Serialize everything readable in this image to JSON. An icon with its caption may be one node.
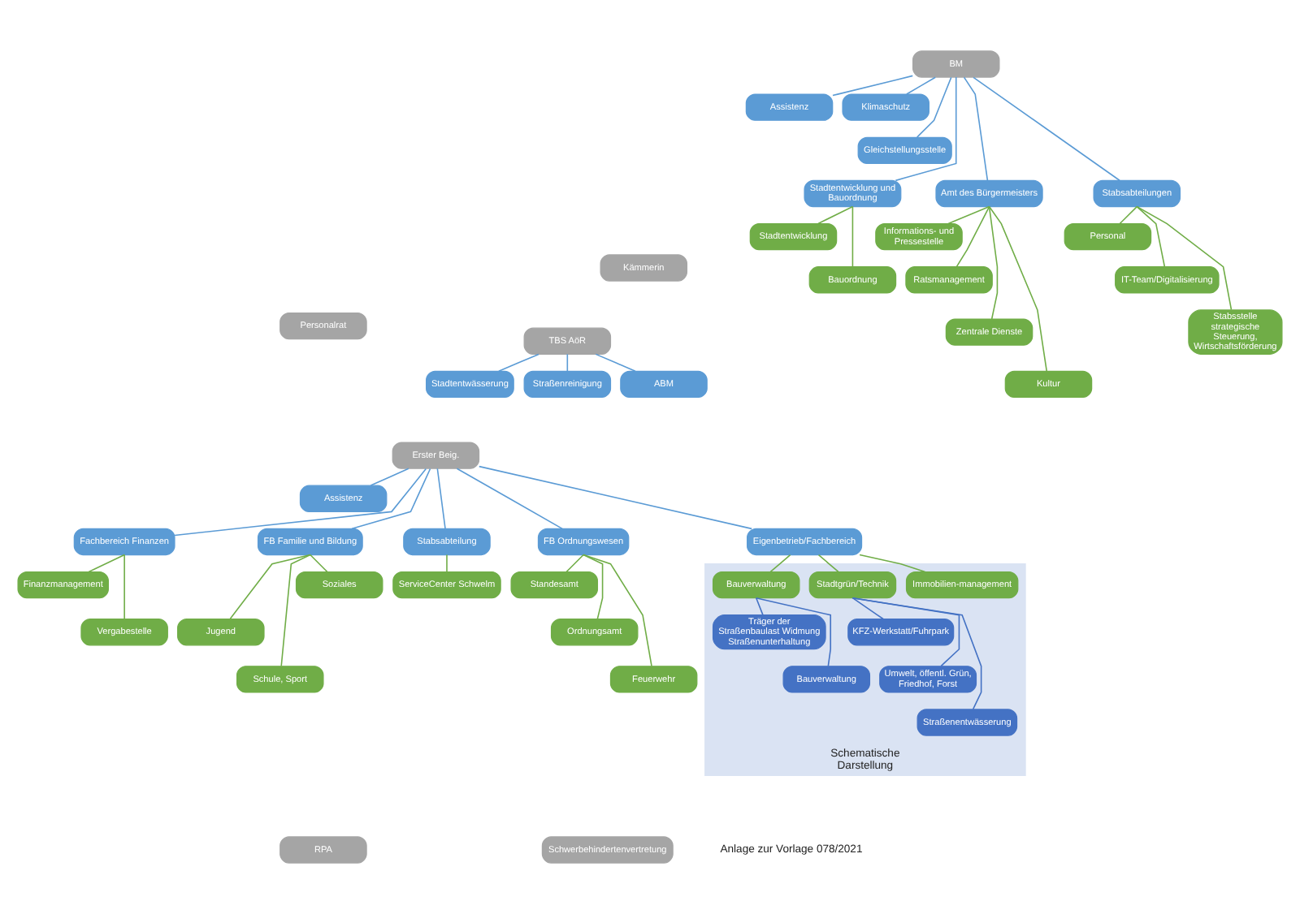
{
  "diagram": {
    "nodes": [
      {
        "text": [
          "Personalrat"
        ]
      },
      {
        "text": [
          "Schwerbehindertenvertretung"
        ]
      },
      {
        "text": [
          "RPA"
        ]
      },
      {
        "text": [
          "Kämmerin"
        ]
      },
      {
        "text": [
          "Erster Beig."
        ]
      },
      {
        "text": [
          "Assistenz"
        ]
      },
      {
        "text": [
          "Fachbereich Finanzen"
        ]
      },
      {
        "text": [
          "Finanzmanagement"
        ]
      },
      {
        "text": [
          "Vergabestelle"
        ]
      },
      {
        "text": [
          "FB Familie und Bildung"
        ]
      },
      {
        "text": [
          "Soziales"
        ]
      },
      {
        "text": [
          "Jugend"
        ]
      },
      {
        "text": [
          "Schule, Sport"
        ]
      },
      {
        "text": [
          "Stabsabteilung"
        ]
      },
      {
        "text": [
          "ServiceCenter Schwelm"
        ]
      },
      {
        "text": [
          "FB Ordnungswesen"
        ]
      },
      {
        "text": [
          "Standesamt"
        ]
      },
      {
        "text": [
          "Ordnungsamt"
        ]
      },
      {
        "text": [
          "Feuerwehr"
        ]
      },
      {
        "text": [
          "Eigenbetrieb/Fachbereich"
        ]
      },
      {
        "text": [
          "Schematische Darstellung"
        ]
      },
      {
        "text": [
          "Immobilien-management"
        ],
        "in": 20
      },
      {
        "text": [
          "Stadtgrün/Technik"
        ],
        "in": 20
      },
      {
        "text": [
          "Bauverwaltung"
        ],
        "in": 20
      },
      {
        "text": [
          "KFZ-Werkstatt/Fuhrpark"
        ],
        "in": 20
      },
      {
        "text": [
          "Umwelt, öffentl. Grün, Friedhof, Forst"
        ],
        "in": 20
      },
      {
        "text": [
          "Straßenentwässerung"
        ],
        "in": 20
      },
      {
        "text": [
          "Träger der Straßenbaulast Widmung Straßenunterhaltung"
        ],
        "in": 20
      },
      {
        "text": [
          "Bauverwaltung"
        ],
        "in": 20
      },
      {
        "text": [
          "BM"
        ]
      },
      {
        "text": [
          "Assistenz"
        ]
      },
      {
        "text": [
          "Klimaschutz"
        ]
      },
      {
        "text": [
          "Gleichstellungsstelle"
        ]
      },
      {
        "text": [
          "Stadtentwicklung und Bauordnung"
        ]
      },
      {
        "text": [
          "Stadtentwicklung"
        ]
      },
      {
        "text": [
          "Bauordnung"
        ]
      },
      {
        "text": [
          "Amt des Bürgermeisters"
        ]
      },
      {
        "text": [
          "Informations- und Pressestelle"
        ]
      },
      {
        "text": [
          "Ratsmanagement"
        ]
      },
      {
        "text": [
          "Zentrale Dienste"
        ]
      },
      {
        "text": [
          "Kultur"
        ]
      },
      {
        "text": [
          "Stabsabteilungen"
        ]
      },
      {
        "text": [
          "Personal"
        ]
      },
      {
        "text": [
          "IT-Team/Digitalisierung"
        ]
      },
      {
        "text": [
          "Stabsstelle strategische Steuerung, Wirtschaftsförderung"
        ]
      },
      {
        "text": [
          "TBS AöR"
        ]
      },
      {
        "text": [
          "Stadtentwässerung"
        ]
      },
      {
        "text": [
          "Straßenreinigung"
        ]
      },
      {
        "text": [
          "ABM"
        ]
      }
    ],
    "edges": [
      {
        "from": 4,
        "to": 5,
        "arrow": "none",
        "color": "#5b9bd5"
      },
      {
        "from": 4,
        "to": 6,
        "arrow": "none",
        "color": "#5b9bd5"
      },
      {
        "from": 4,
        "to": 9,
        "arrow": "none",
        "color": "#5b9bd5"
      },
      {
        "from": 4,
        "to": 13,
        "arrow": "none",
        "color": "#5b9bd5"
      },
      {
        "from": 4,
        "to": 15,
        "arrow": "none",
        "color": "#5b9bd5"
      },
      {
        "from": 4,
        "to": 19,
        "arrow": "none",
        "color": "#5b9bd5"
      },
      {
        "from": 6,
        "to": 7,
        "arrow": "none"
      },
      {
        "from": 6,
        "to": 8,
        "arrow": "none"
      },
      {
        "from": 9,
        "to": 10,
        "arrow": "none"
      },
      {
        "from": 9,
        "to": 11,
        "arrow": "none"
      },
      {
        "from": 9,
        "to": 12,
        "arrow": "none"
      },
      {
        "from": 13,
        "to": 14,
        "arrow": "none"
      },
      {
        "from": 15,
        "to": 16,
        "arrow": "none"
      },
      {
        "from": 15,
        "to": 17,
        "arrow": "none"
      },
      {
        "from": 15,
        "to": 18,
        "arrow": "none"
      },
      {
        "from": 19,
        "to": 21,
        "arrow": "none"
      },
      {
        "from": 19,
        "to": 22,
        "arrow": "none"
      },
      {
        "from": 19,
        "to": 23,
        "arrow": "none"
      },
      {
        "from": 22,
        "to": 24,
        "arrow": "none",
        "color": "#4472c4"
      },
      {
        "from": 22,
        "to": 25,
        "arrow": "none",
        "color": "#4472c4"
      },
      {
        "from": 22,
        "to": 26,
        "arrow": "none",
        "color": "#4472c4"
      },
      {
        "from": 23,
        "to": 27,
        "arrow": "none",
        "color": "#4472c4"
      },
      {
        "from": 23,
        "to": 28,
        "arrow": "none",
        "color": "#4472c4"
      },
      {
        "from": 29,
        "to": 30,
        "arrow": "none",
        "color": "#5b9bd5"
      },
      {
        "from": 29,
        "to": 31,
        "arrow": "none",
        "color": "#5b9bd5"
      },
      {
        "from": 29,
        "to": 32,
        "arrow": "none",
        "color": "#5b9bd5"
      },
      {
        "from": 29,
        "to": 33,
        "arrow": "none",
        "color": "#5b9bd5"
      },
      {
        "from": 29,
        "to": 36,
        "arrow": "none",
        "color": "#5b9bd5"
      },
      {
        "from": 29,
        "to": 41,
        "arrow": "none",
        "color": "#5b9bd5"
      },
      {
        "from": 33,
        "to": 34,
        "arrow": "none"
      },
      {
        "from": 33,
        "to": 35,
        "arrow": "none"
      },
      {
        "from": 36,
        "to": 37,
        "arrow": "none"
      },
      {
        "from": 36,
        "to": 38,
        "arrow": "none"
      },
      {
        "from": 36,
        "to": 39,
        "arrow": "none"
      },
      {
        "from": 36,
        "to": 40,
        "arrow": "none"
      },
      {
        "from": 41,
        "to": 42,
        "arrow": "none"
      },
      {
        "from": 41,
        "to": 43,
        "arrow": "none"
      },
      {
        "from": 41,
        "to": 44,
        "arrow": "none"
      },
      {
        "from": 45,
        "to": 46,
        "arrow": "none",
        "color": "#5b9bd5"
      },
      {
        "from": 45,
        "to": 47,
        "arrow": "none",
        "color": "#5b9bd5"
      },
      {
        "from": 45,
        "to": 48,
        "arrow": "none",
        "color": "#5b9bd5"
      }
    ],
    "labels": [
      "Anlage zur Vorlage 078/2021"
    ]
  }
}
